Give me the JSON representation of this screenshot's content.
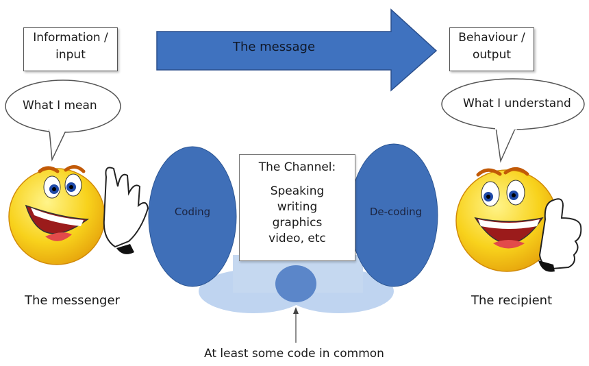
{
  "info_box": {
    "line1": "Information /",
    "line2": "input"
  },
  "behaviour_box": {
    "line1": "Behaviour /",
    "line2": "output"
  },
  "arrow": {
    "label": "The message",
    "color": "#3f72bf"
  },
  "speech": {
    "messenger": "What I mean",
    "recipient": "What I understand"
  },
  "ovals": {
    "coding": "Coding",
    "decoding": "De-coding",
    "color": "#3f6fb8",
    "shadow_color": "#aac4e6"
  },
  "channel": {
    "title": "The Channel:",
    "items": [
      "Speaking",
      "writing",
      "graphics",
      "video, etc"
    ]
  },
  "captions": {
    "messenger": "The messenger",
    "recipient": "The recipient",
    "common_code": "At least some code in common"
  },
  "icons": {
    "messenger": "laughing-smiley-waving-icon",
    "recipient": "smiley-thumbs-up-icon"
  }
}
